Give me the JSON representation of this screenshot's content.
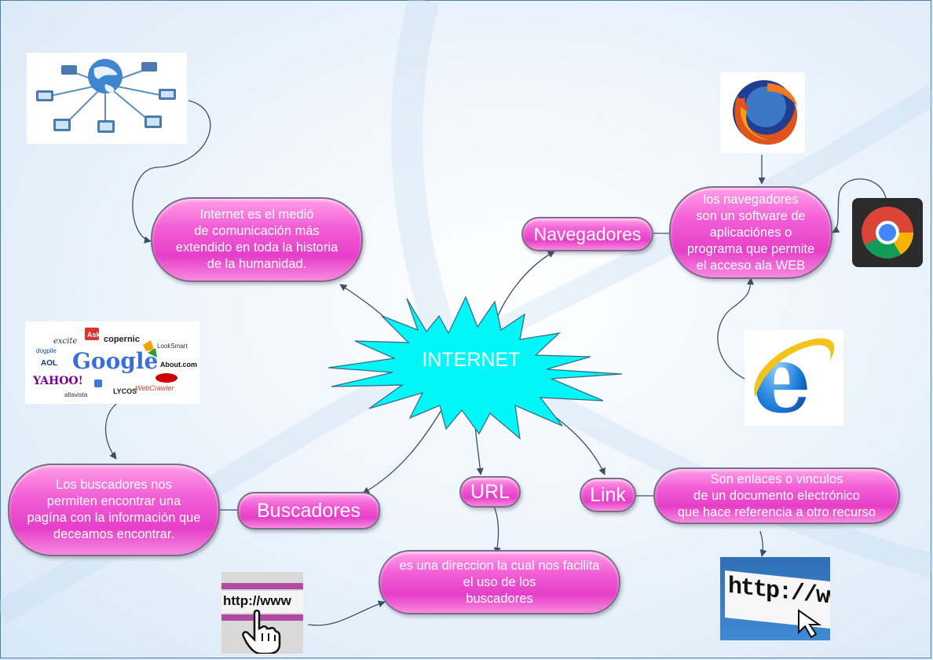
{
  "center": {
    "label": "INTERNET"
  },
  "nodes": {
    "navegadores": {
      "label": "Navegadores"
    },
    "buscadores": {
      "label": "Buscadores"
    },
    "url": {
      "label": "URL"
    },
    "link": {
      "label": "Link"
    }
  },
  "descriptions": {
    "internet": "Internet es el medió\nde comunicación más\nextendido en toda la historia\nde la humanidad.",
    "navegadores": "los navegadores\nson un software de\naplicaciónes o\nprograma que permite\nel acceso ala WEB",
    "buscadores": "Los buscadores nos\npermiten encontrar una\npagína con la información que\ndeceamos encontrar.",
    "url": "es una direccion la cual nos facilita\nel uso de los\nbuscadores",
    "link": "Son enlaces o vinculos\nde un documento electrónico\nque hace referencia a otro recurso"
  },
  "images": {
    "network": {
      "icon": "network-globe-icon"
    },
    "search_engines": {
      "icon": "search-engine-logos",
      "logos": [
        "excite",
        "Ask",
        "copernic",
        "dogpile",
        "AOL",
        "Google",
        "LookSmart",
        "About.com",
        "YAHOO!",
        "altavista",
        "LYCOS",
        "WebCrawler"
      ]
    },
    "firefox": {
      "icon": "firefox-icon"
    },
    "chrome": {
      "icon": "chrome-icon"
    },
    "ie": {
      "icon": "internet-explorer-icon",
      "letter": "e"
    },
    "http_hand": {
      "icon": "http-hand-icon",
      "text": "http://www"
    },
    "http_cursor": {
      "icon": "http-cursor-icon",
      "text": "http://www."
    }
  },
  "colors": {
    "pill": "#e53fc8",
    "star": "#00f5f5",
    "connector": "#3b4f6b",
    "background": "#eef5fc"
  }
}
